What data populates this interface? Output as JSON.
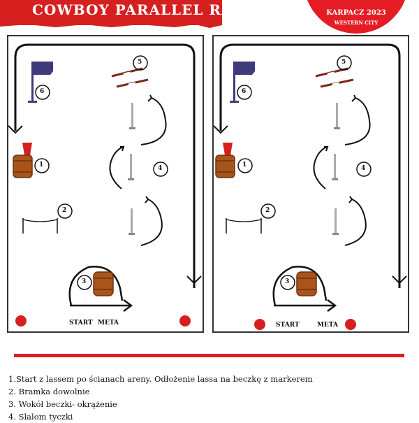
{
  "header": {
    "title": "COWBOY PARALLEL RACE",
    "logo_main": "KARPACZ 2023",
    "logo_sub": "WESTERN CITY"
  },
  "arenas": [
    {
      "id": "left",
      "start_label": "START",
      "finish_label": "META",
      "station_numbers": [
        "1",
        "2",
        "3",
        "4",
        "5",
        "6"
      ]
    },
    {
      "id": "right",
      "start_label": "START",
      "finish_label": "META",
      "station_numbers": [
        "1",
        "2",
        "3",
        "4",
        "5",
        "6"
      ]
    }
  ],
  "instructions": [
    "1.Start z lassem po ścianach areny. Odłożenie lassa na beczkę z markerem",
    "2. Bramka dowolnie",
    "3. Wokół beczki- okrążenie",
    "4. Slalom tyczki"
  ],
  "colors": {
    "accent_red": "#d62020",
    "flag_navy": "#3f3a7a",
    "barrel_brown": "#a8541a",
    "marker_dot": "#d62020"
  }
}
